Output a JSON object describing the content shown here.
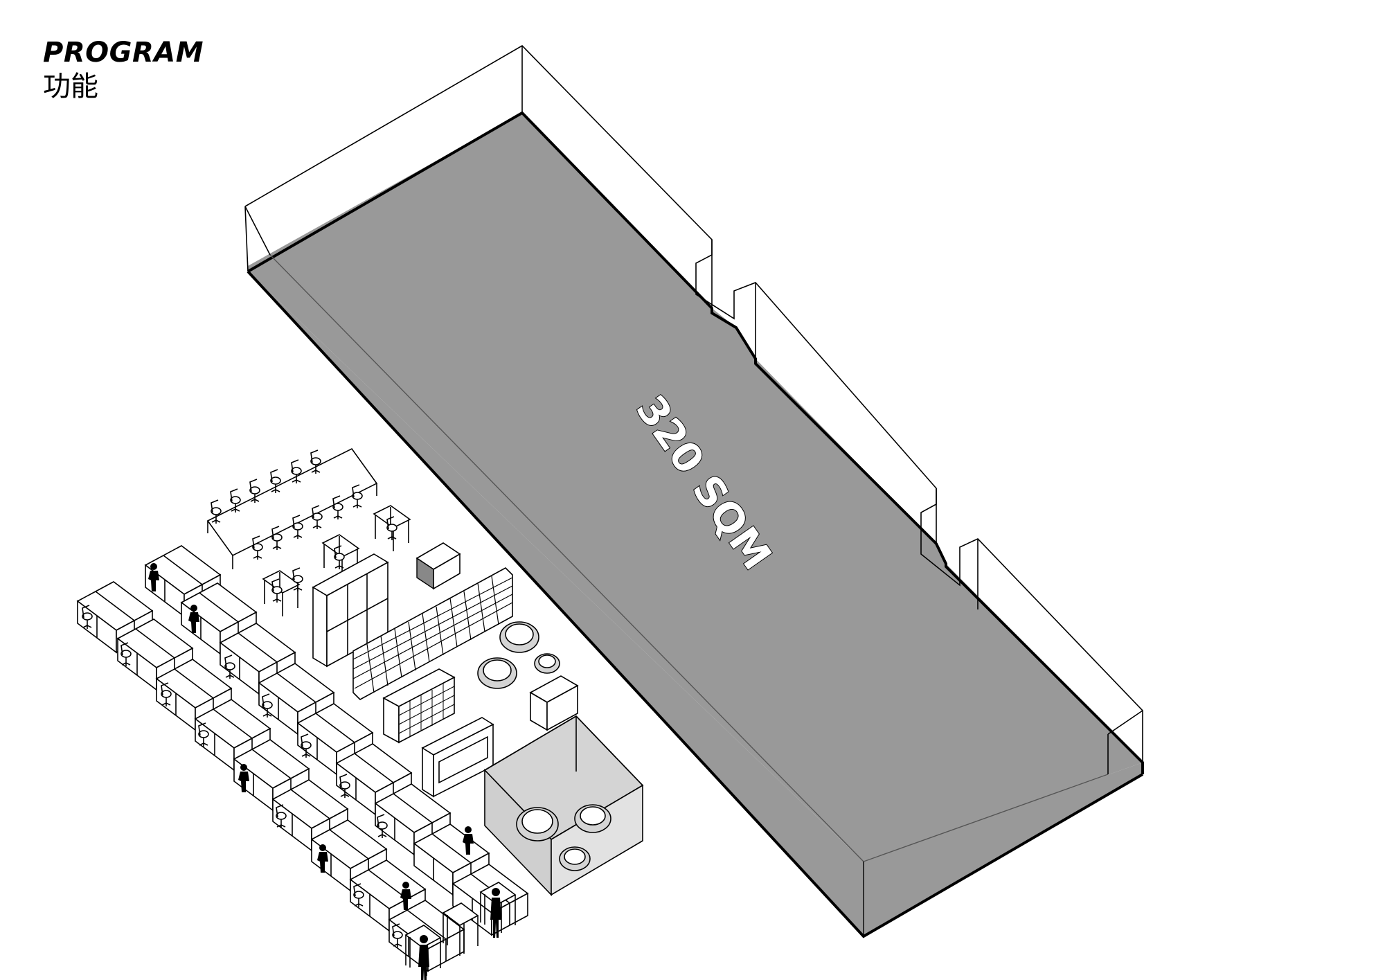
{
  "title": {
    "en": "PROGRAM",
    "zh": "功能"
  },
  "floor": {
    "area_label": "320 SQM",
    "floor_color": "#999999"
  }
}
